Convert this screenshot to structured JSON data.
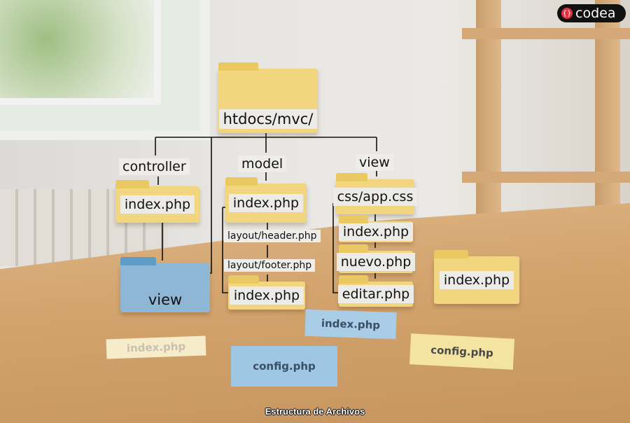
{
  "logo": {
    "text": "codea",
    "mark": "{}"
  },
  "caption": "Estructura de Archivos",
  "colors": {
    "folder_yellow": "#f2d57f",
    "folder_blue": "#8db7d4",
    "logo_red": "#e0303f"
  },
  "tree": {
    "root": "htdocs/mvc/",
    "controller": {
      "label": "controller",
      "folder": "index.php",
      "subfolder": "view"
    },
    "model": {
      "label": "model",
      "folder": "index.php",
      "steps": [
        "layout/header.php",
        "layout/footer.php"
      ],
      "bottom": "index.php"
    },
    "view": {
      "label": "view",
      "folder": "css/app.css",
      "files": [
        "index.php",
        "nuevo.php",
        "editar.php"
      ]
    },
    "loose_folder": "index.php"
  },
  "papers": [
    "index.php",
    "index.php",
    "config.php",
    "config.php"
  ]
}
